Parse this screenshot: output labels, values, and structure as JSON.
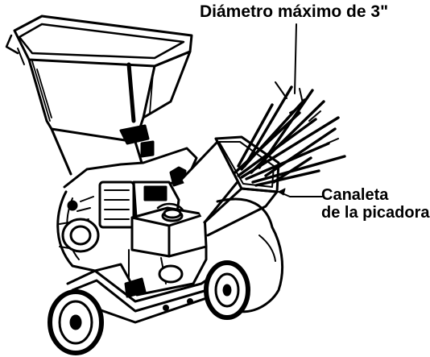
{
  "labels": {
    "diameter": "Diámetro máximo de 3\"",
    "chute_line1": "Canaleta",
    "chute_line2": "de la picadora"
  },
  "colors": {
    "ink": "#000000",
    "paper": "#ffffff"
  },
  "icons": {
    "machine": "chipper-shredder-illustration",
    "branches": "branch-bundle-illustration"
  }
}
